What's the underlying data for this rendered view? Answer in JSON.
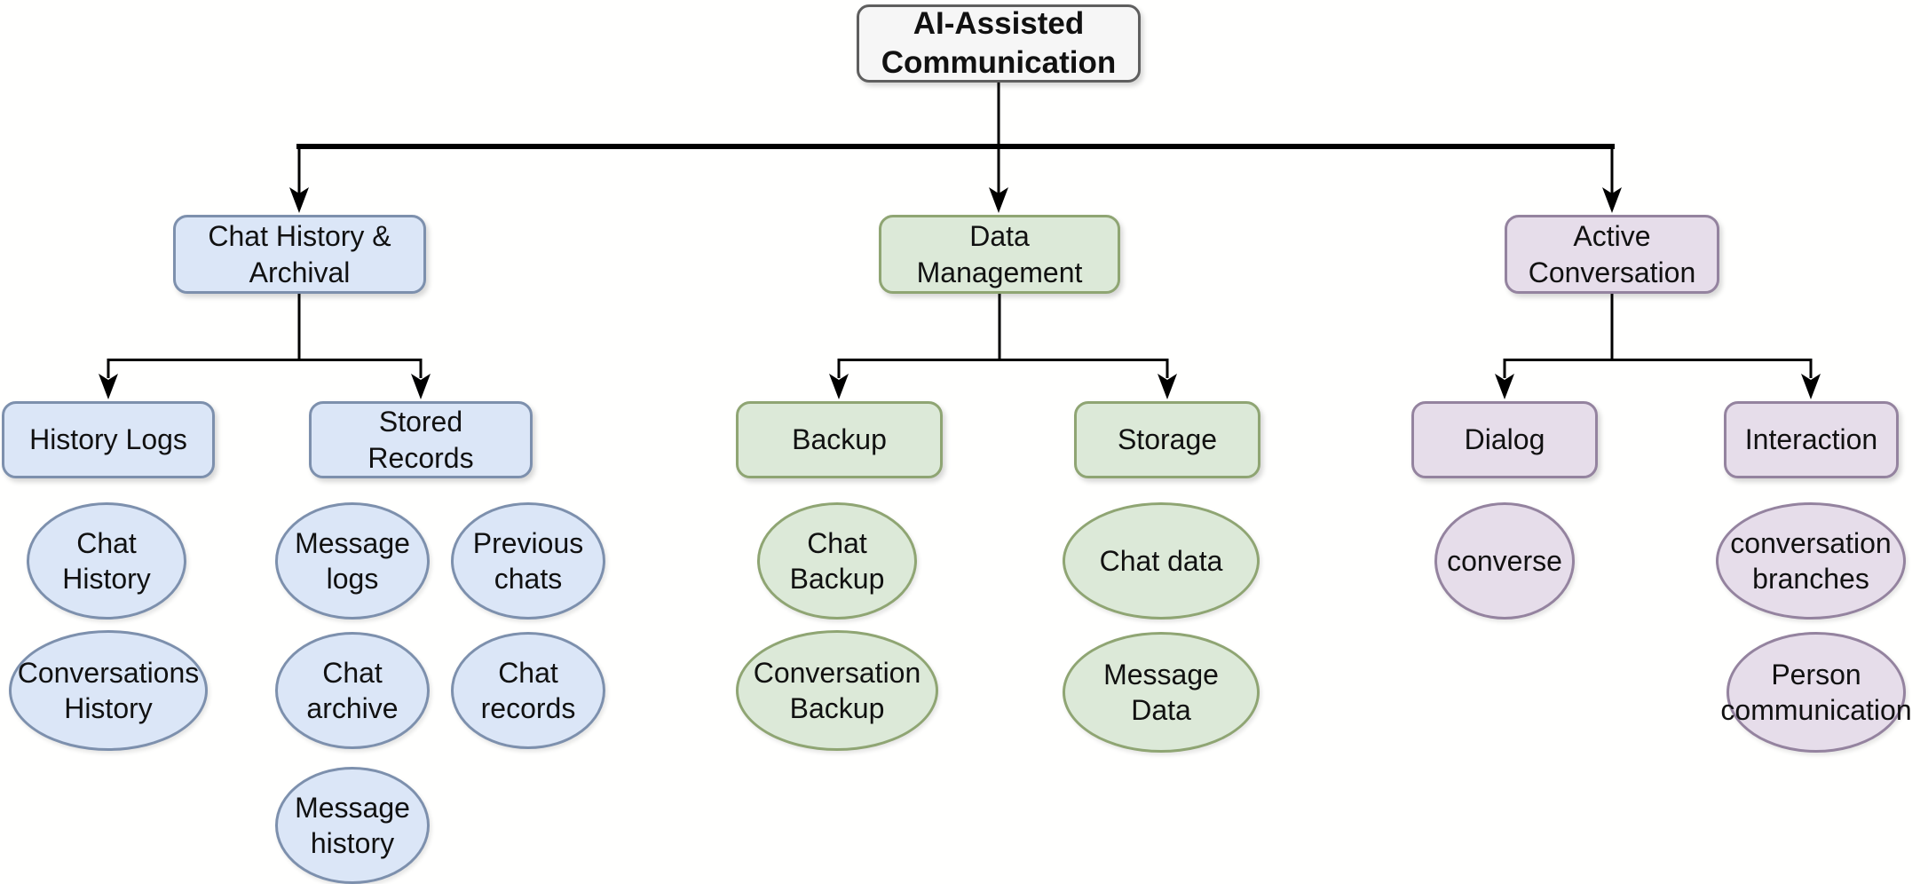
{
  "diagram_title": "AI-Assisted Communication mind map",
  "colors": {
    "root_fill": "#f6f6f6",
    "root_stroke": "#5f5f5f",
    "blue_fill": "#dbe6f7",
    "blue_stroke": "#7d90ad",
    "green_fill": "#dce9d8",
    "green_stroke": "#8fa573",
    "purple_fill": "#e6ddea",
    "purple_stroke": "#94839f",
    "connector": "#000000",
    "background": "#fffffe"
  },
  "root": {
    "label": "AI-Assisted\nCommunication"
  },
  "branches": [
    {
      "label": "Chat History &\nArchival",
      "color": "blue",
      "children": [
        {
          "label": "History Logs",
          "leaves": [
            "Chat\nHistory",
            "Conversations\nHistory"
          ]
        },
        {
          "label": "Stored\nRecords",
          "leaves": [
            "Message\nlogs",
            "Previous\nchats",
            "Chat\narchive",
            "Chat\nrecords",
            "Message\nhistory"
          ]
        }
      ]
    },
    {
      "label": "Data\nManagement",
      "color": "green",
      "children": [
        {
          "label": "Backup",
          "leaves": [
            "Chat\nBackup",
            "Conversation\nBackup"
          ]
        },
        {
          "label": "Storage",
          "leaves": [
            "Chat data",
            "Message\nData"
          ]
        }
      ]
    },
    {
      "label": "Active\nConversation",
      "color": "purple",
      "children": [
        {
          "label": "Dialog",
          "leaves": [
            "converse"
          ]
        },
        {
          "label": "Interaction",
          "leaves": [
            "conversation\nbranches",
            "Person\ncommunication"
          ]
        }
      ]
    }
  ]
}
